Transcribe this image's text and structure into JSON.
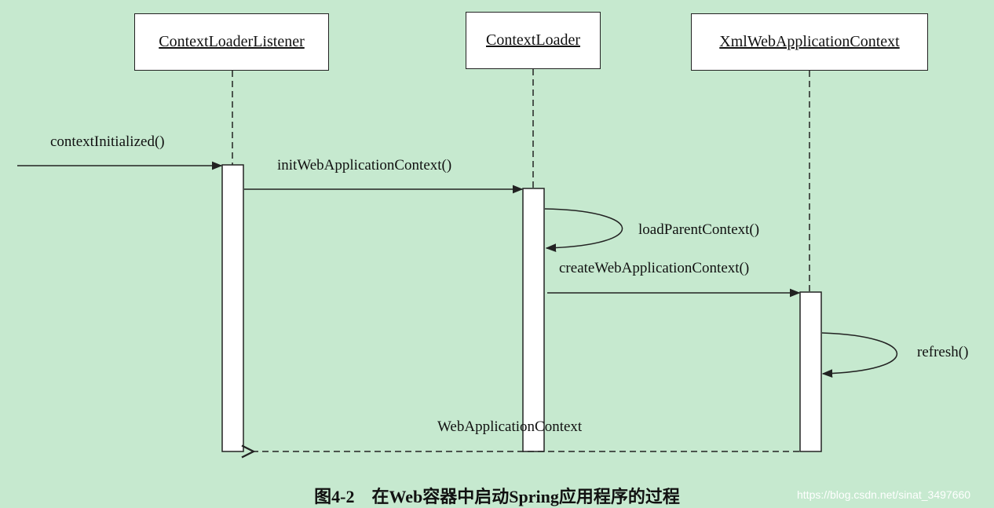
{
  "participants": [
    {
      "id": "listener",
      "label": "ContextLoaderListener"
    },
    {
      "id": "loader",
      "label": "ContextLoader"
    },
    {
      "id": "xmlctx",
      "label": "XmlWebApplicationContext"
    }
  ],
  "messages": {
    "m1": "contextInitialized()",
    "m2": "initWebApplicationContext()",
    "m3": "loadParentContext()",
    "m4": "createWebApplicationContext()",
    "m5": "refresh()",
    "m6": "WebApplicationContext"
  },
  "caption": "图4-2　在Web容器中启动Spring应用程序的过程",
  "watermark": "https://blog.csdn.net/sinat_3497660",
  "colors": {
    "background": "#c6e9cf",
    "line": "#222222",
    "box": "#ffffff"
  }
}
